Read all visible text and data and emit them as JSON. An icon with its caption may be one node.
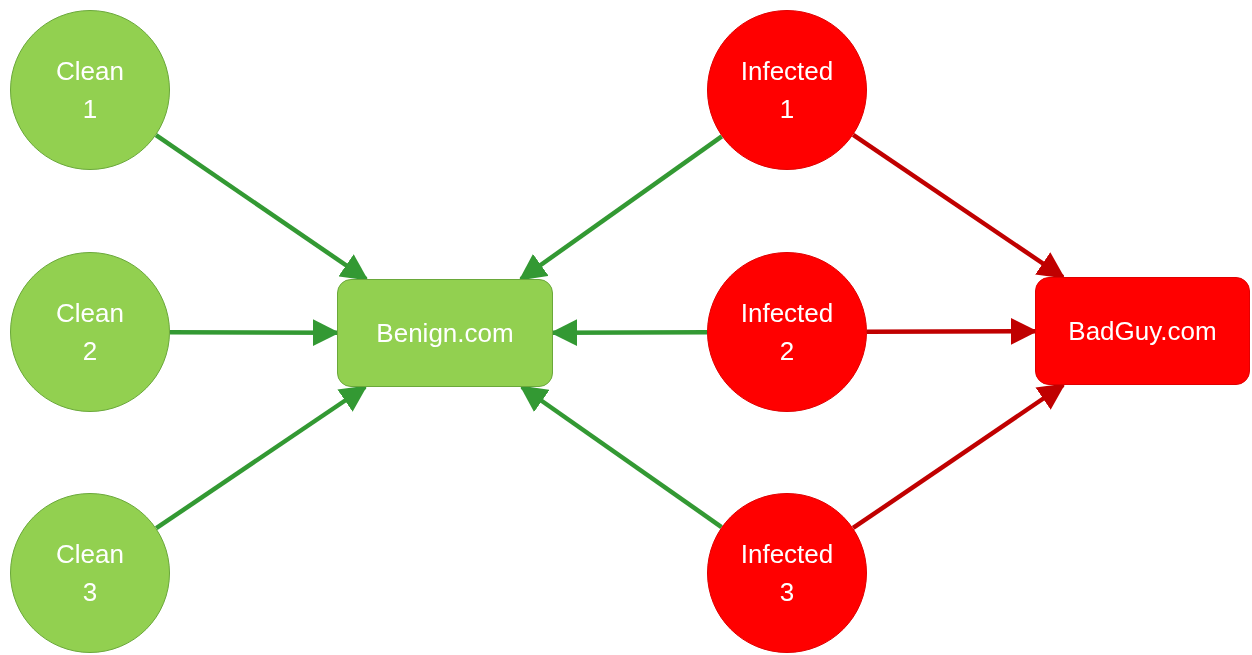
{
  "diagram": {
    "nodes": [
      {
        "text": [
          "Clean 1"
        ]
      },
      {
        "text": [
          "Clean 2"
        ]
      },
      {
        "text": [
          "Clean 3"
        ]
      },
      {
        "text": [
          "Benign.com"
        ]
      },
      {
        "text": [
          "Infected 1"
        ]
      },
      {
        "text": [
          "Infected 2"
        ]
      },
      {
        "text": [
          "Infected 3"
        ]
      },
      {
        "text": [
          "BadGuy.com"
        ]
      }
    ],
    "edges": [
      {
        "from": 0,
        "to": 3,
        "arrow": "to"
      },
      {
        "from": 1,
        "to": 3,
        "arrow": "to"
      },
      {
        "from": 2,
        "to": 3,
        "arrow": "to"
      },
      {
        "from": 4,
        "to": 3,
        "arrow": "to"
      },
      {
        "from": 5,
        "to": 3,
        "arrow": "to"
      },
      {
        "from": 6,
        "to": 3,
        "arrow": "to"
      },
      {
        "from": 4,
        "to": 7,
        "arrow": "to",
        "color": "#c00000"
      },
      {
        "from": 5,
        "to": 7,
        "arrow": "to",
        "color": "#c00000"
      },
      {
        "from": 6,
        "to": 7,
        "arrow": "to",
        "color": "#c00000"
      }
    ]
  }
}
